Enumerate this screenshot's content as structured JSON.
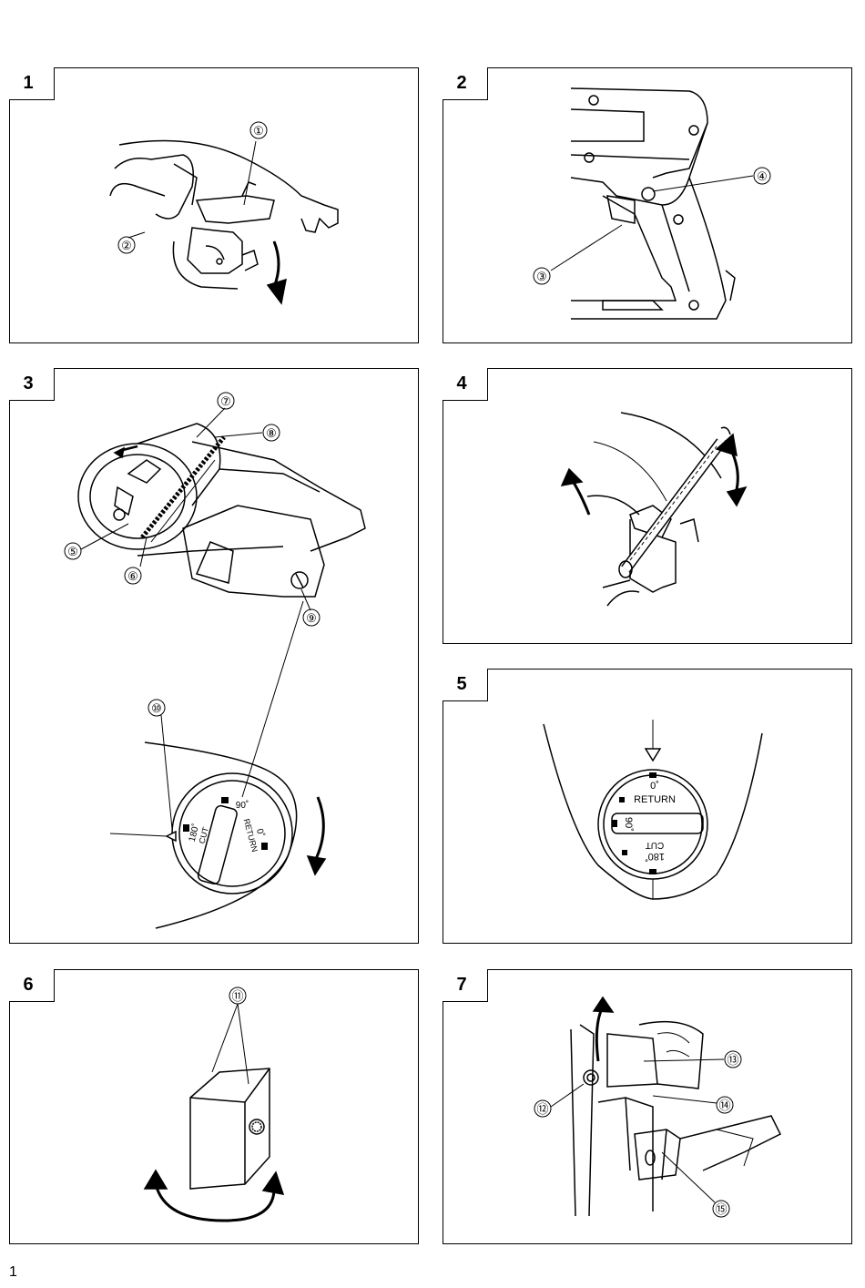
{
  "page": {
    "number": "1"
  },
  "figures": [
    {
      "number": "1",
      "callouts": [
        "①",
        "②"
      ]
    },
    {
      "number": "2",
      "callouts": [
        "③",
        "④"
      ]
    },
    {
      "number": "3",
      "callouts": [
        "⑤",
        "⑥",
        "⑦",
        "⑧",
        "⑨",
        "⑩"
      ],
      "dial": {
        "a90": "90˚",
        "a180": "180˚",
        "cut": "CUT",
        "a0": "0˚",
        "ret": "RETURN"
      }
    },
    {
      "number": "4",
      "callouts": []
    },
    {
      "number": "5",
      "callouts": [],
      "dial": {
        "a0": "0˚",
        "ret": "RETURN",
        "a90": "90˚",
        "a180": "180˚",
        "cut": "CUT"
      }
    },
    {
      "number": "6",
      "callouts": [
        "⑪"
      ]
    },
    {
      "number": "7",
      "callouts": [
        "⑫",
        "⑬",
        "⑭",
        "⑮"
      ]
    }
  ]
}
